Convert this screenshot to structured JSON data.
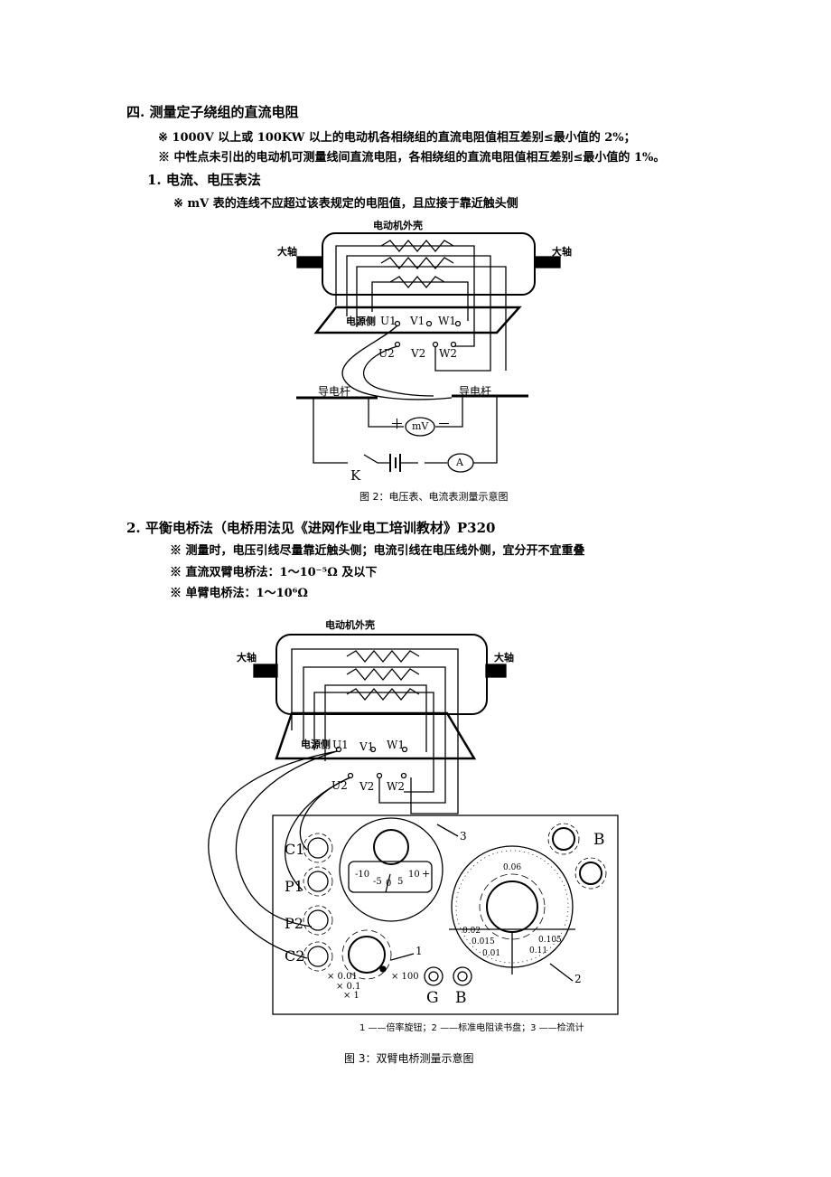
{
  "section": {
    "title": "四. 测量定子绕组的直流电阻",
    "notes": [
      "※ 1000V 以上或 100KW 以上的电动机各相绕组的直流电阻值相互差别≤最小值的 2%；",
      "※ 中性点未引出的电动机可测量线间直流电阻，各相绕组的直流电阻值相互差别≤最小值的 1%。"
    ]
  },
  "method1": {
    "title": "1. 电流、电压表法",
    "note": "※ mV 表的连线不应超过该表规定的电阻值，且应接于靠近触头侧"
  },
  "fig2": {
    "housing_label": "电动机外壳",
    "shaft_left": "大轴",
    "shaft_right": "大轴",
    "source_side": "电源侧",
    "terminals_top": [
      "U1",
      "V1",
      "W1"
    ],
    "terminals_bottom": [
      "U2",
      "V2",
      "W2"
    ],
    "rod_left": "导电杆",
    "rod_right": "导电杆",
    "plus": "＋",
    "minus": "－",
    "mv": "mV",
    "ammeter": "A",
    "switch": "K",
    "caption": "图 2：电压表、电流表测量示意图"
  },
  "method2": {
    "title": "2. 平衡电桥法（电桥用法见《进网作业电工培训教材》P320",
    "notes": [
      "※ 测量时，电压引线尽量靠近触头侧；电流引线在电压线外侧，宜分开不宜重叠",
      "※ 直流双臂电桥法：1～10⁻⁵Ω 及以下",
      "※ 单臂电桥法：1～10⁶Ω"
    ]
  },
  "fig3": {
    "housing_label": "电动机外壳",
    "shaft_left": "大轴",
    "shaft_right": "大轴",
    "source_side": "电源侧",
    "terminals_top": [
      "U1",
      "V1",
      "W1"
    ],
    "terminals_bottom": [
      "U2",
      "V2",
      "W2"
    ],
    "panel_left_labels": [
      "C1",
      "P1",
      "P2",
      "C2"
    ],
    "panel_B_top": "B",
    "panel_bottom_labels": [
      "G",
      "B"
    ],
    "meter_scale": [
      "-10",
      "-5",
      "0",
      "5",
      "10"
    ],
    "meter_plus": "+",
    "dial_values": [
      "0.06",
      "0.02",
      "0.015",
      "0.01",
      "0.105",
      "0.11"
    ],
    "multipliers": [
      "× 0.01",
      "× 0.1",
      "× 1",
      "× 100"
    ],
    "callouts": [
      "1",
      "2",
      "3"
    ],
    "legend": "1 ——倍率旋钮；2 ——标准电阻读书盘；3 ——检流计",
    "caption": "图 3：双臂电桥测量示意图"
  }
}
